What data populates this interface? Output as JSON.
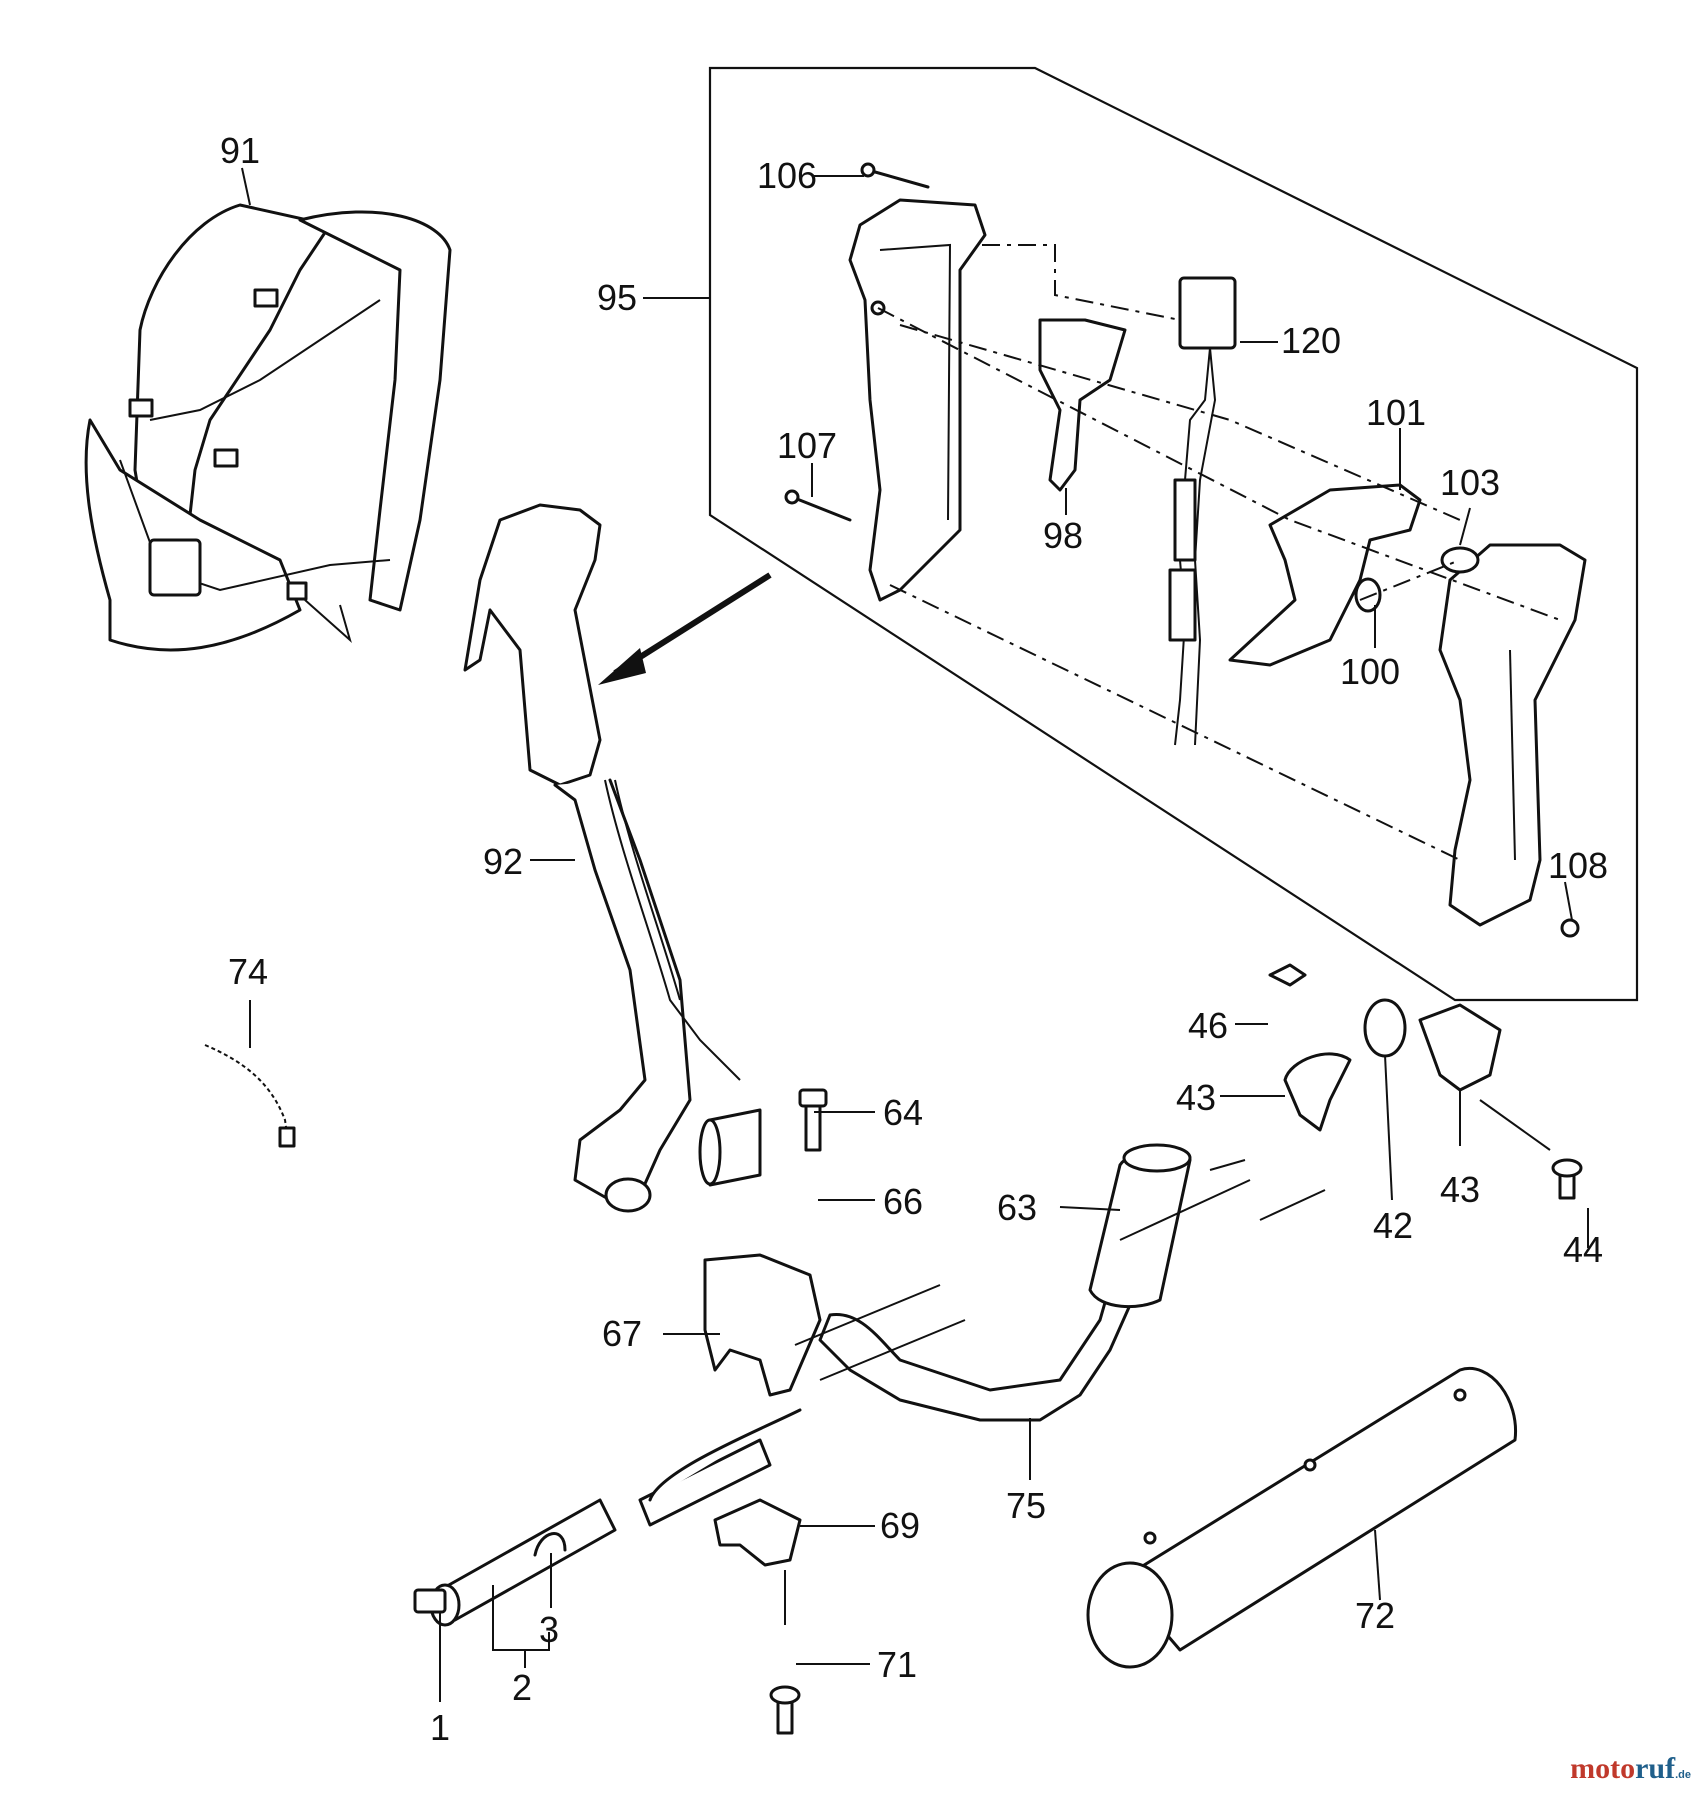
{
  "diagram": {
    "callouts": [
      {
        "id": "p91",
        "label": "91"
      },
      {
        "id": "p106",
        "label": "106"
      },
      {
        "id": "p95",
        "label": "95"
      },
      {
        "id": "p120",
        "label": "120"
      },
      {
        "id": "p101",
        "label": "101"
      },
      {
        "id": "p107",
        "label": "107"
      },
      {
        "id": "p103",
        "label": "103"
      },
      {
        "id": "p98",
        "label": "98"
      },
      {
        "id": "p100",
        "label": "100"
      },
      {
        "id": "p108",
        "label": "108"
      },
      {
        "id": "p92",
        "label": "92"
      },
      {
        "id": "p74",
        "label": "74"
      },
      {
        "id": "p46",
        "label": "46"
      },
      {
        "id": "p43a",
        "label": "43"
      },
      {
        "id": "p43b",
        "label": "43"
      },
      {
        "id": "p64",
        "label": "64"
      },
      {
        "id": "p66",
        "label": "66"
      },
      {
        "id": "p63",
        "label": "63"
      },
      {
        "id": "p42",
        "label": "42"
      },
      {
        "id": "p44",
        "label": "44"
      },
      {
        "id": "p67",
        "label": "67"
      },
      {
        "id": "p75",
        "label": "75"
      },
      {
        "id": "p69",
        "label": "69"
      },
      {
        "id": "p72",
        "label": "72"
      },
      {
        "id": "p3",
        "label": "3"
      },
      {
        "id": "p71",
        "label": "71"
      },
      {
        "id": "p2",
        "label": "2"
      },
      {
        "id": "p1",
        "label": "1"
      }
    ]
  },
  "watermark": {
    "part1": "moto",
    "part2": "ruf",
    "tld": ".de"
  }
}
